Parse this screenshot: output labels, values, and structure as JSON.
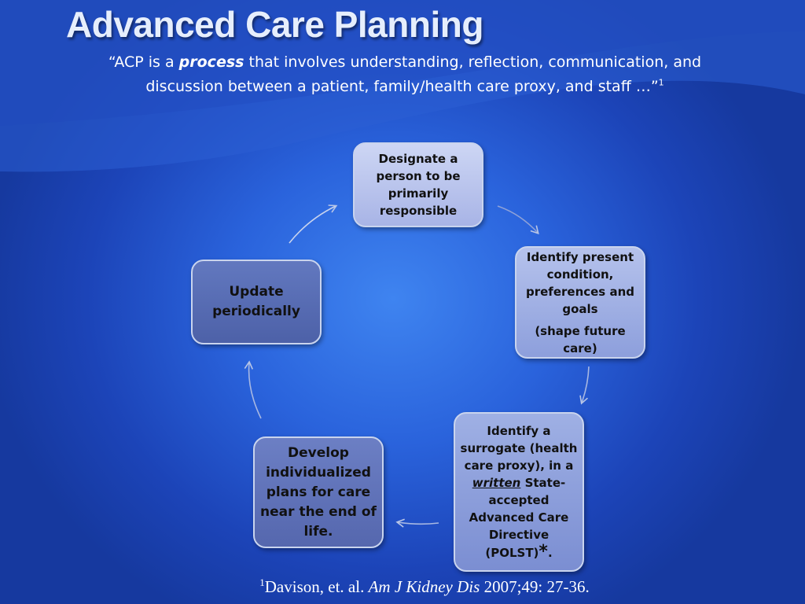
{
  "slide": {
    "title": "Advanced Care Planning",
    "quote": {
      "open": "“ACP is a ",
      "emphasis": "process",
      "rest": " that involves understanding, reflection, communication, and discussion between a patient, family/health care proxy, and staff …”",
      "footnote": "1"
    }
  },
  "cycle": {
    "designate": "Designate a person to be primarily responsible",
    "identify_condition": {
      "main": "Identify present condition, preferences and goals",
      "note": "(shape future care)"
    },
    "surrogate": {
      "part1": "Identify a surrogate (health care proxy), in a ",
      "written": "written",
      "part2": " State-accepted Advanced Care Directive (POLST)",
      "star": "*",
      "end": "."
    },
    "develop": "Develop individualized plans for care near the end of life.",
    "update": "Update periodically"
  },
  "citation": {
    "marker": "1",
    "authors": "Davison, et. al. ",
    "journal": "Am J Kidney Dis",
    "details": " 2007;49: 27-36."
  }
}
